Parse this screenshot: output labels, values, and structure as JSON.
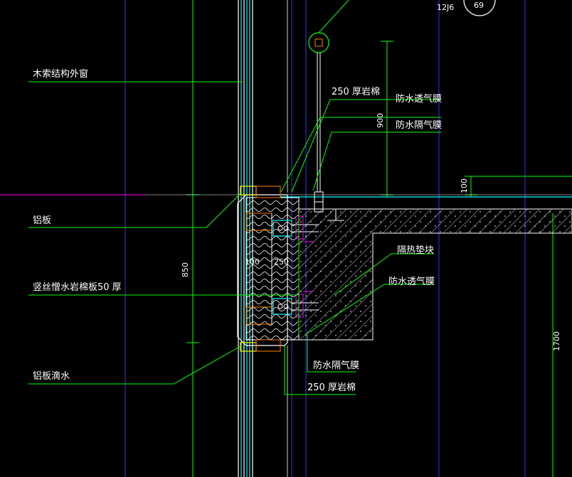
{
  "labels": {
    "wood_window": "木索结构外窗",
    "aluminum_panel": "铝板",
    "rockwool_board": "竖丝憎水岩棉板50  厚",
    "aluminum_drip": "铝板滴水",
    "rockwool_top": "250  厚岩棉",
    "breathable_membrane_top": "防水透气膜",
    "vapor_barrier_top": "防水隔气膜",
    "thermal_pad": "隔热垫块",
    "breathable_membrane_mid": "防水透气膜",
    "vapor_barrier_bottom": "防水隔气膜",
    "rockwool_bottom": "250  厚岩棉"
  },
  "dimensions": {
    "d_900": "900",
    "d_100_right": "100",
    "d_850": "850",
    "d_100_inner": "100",
    "d_250_inner": "250",
    "d_1700": "1700",
    "d_1236": "12J6",
    "d_69": "69"
  },
  "colors": {
    "background": "#000000",
    "leader": "#00ff00",
    "dimension": "#00ff00",
    "axis": "#3333ff",
    "cyan": "#00ffff",
    "magenta": "#ff00ff",
    "white": "#ffffff",
    "yellow": "#ffff00",
    "orange": "#ff8000"
  }
}
